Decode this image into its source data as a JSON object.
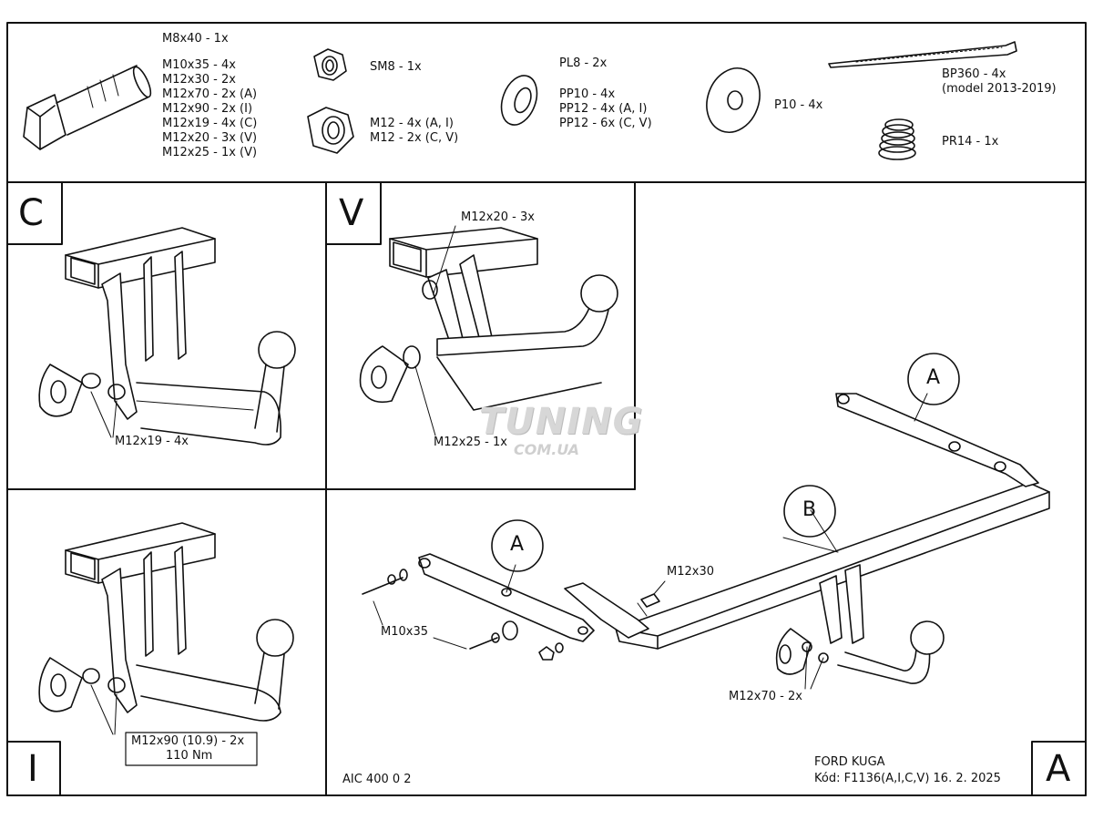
{
  "hardware": {
    "bolt_labels": [
      "M8x40 - 1x",
      "M10x35 - 4x",
      "M12x30 - 2x",
      "M12x70 - 2x (A)",
      "M12x90 - 2x (I)",
      "M12x19 - 4x (C)",
      "M12x20 - 3x (V)",
      "M12x25 - 1x (V)"
    ],
    "nut_sm8": "SM8 - 1x",
    "nut_m12": [
      "M12 - 4x (A, I)",
      "M12 - 2x (C, V)"
    ],
    "washer_pl8": "PL8 - 2x",
    "washer_pp": [
      "PP10 - 4x",
      "PP12 - 4x (A, I)",
      "PP12 - 6x (C, V)"
    ],
    "washer_p10": "P10 - 4x",
    "cable_tie": [
      "BP360 - 4x",
      "(model 2013-2019)"
    ],
    "spring": "PR14 - 1x"
  },
  "panels": {
    "c": {
      "letter": "C",
      "callout": "M12x19 - 4x"
    },
    "v": {
      "letter": "V",
      "callout_top": "M12x20 - 3x",
      "callout_bottom": "M12x25 - 1x"
    },
    "i": {
      "letter": "I",
      "callout": [
        "M12x90 (10.9) - 2x",
        "110 Nm"
      ]
    },
    "a": {
      "balloon_a1": "A",
      "balloon_a2": "A",
      "balloon_b": "B",
      "callout_m12x30": "M12x30",
      "callout_m10x35": "M10x35",
      "callout_m12x70": "M12x70 - 2x"
    }
  },
  "footer": {
    "code": "AIC 400 0 2",
    "model": "FORD KUGA",
    "kod": "Kód: F1136(A,I,C,V)  16. 2. 2025",
    "sheet_letter": "A"
  },
  "watermark": {
    "line1": "TUNING",
    "line2": "COM.UA"
  }
}
